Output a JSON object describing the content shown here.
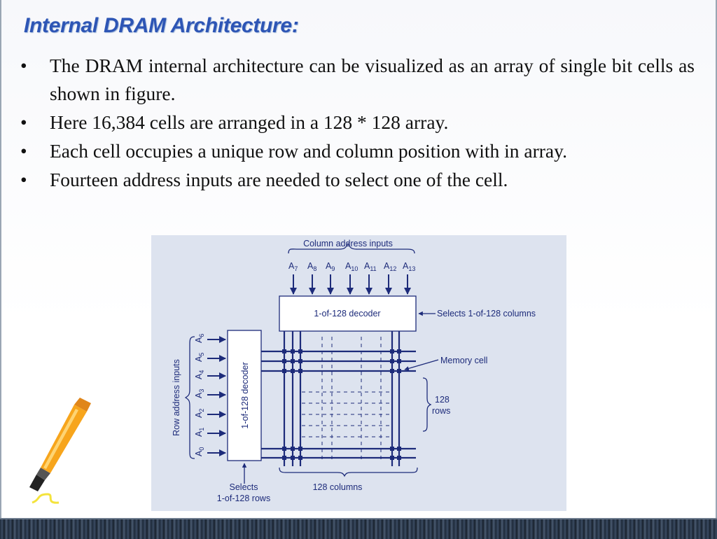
{
  "slide": {
    "title": "Internal DRAM Architecture:",
    "bullets": [
      "The DRAM internal architecture can be visualized as an array of single bit cells as shown in figure.",
      "Here 16,384 cells are arranged in a 128 * 128 array.",
      "Each cell occupies a unique row and column position with in array.",
      "Fourteen address inputs are needed to select one of the cell."
    ]
  },
  "diagram": {
    "column_address_label": "Column address inputs",
    "column_inputs": [
      {
        "base": "A",
        "sub": "7"
      },
      {
        "base": "A",
        "sub": "8"
      },
      {
        "base": "A",
        "sub": "9"
      },
      {
        "base": "A",
        "sub": "10"
      },
      {
        "base": "A",
        "sub": "11"
      },
      {
        "base": "A",
        "sub": "12"
      },
      {
        "base": "A",
        "sub": "13"
      }
    ],
    "column_decoder_label": "1-of-128 decoder",
    "column_select_label": "Selects 1-of-128 columns",
    "row_address_label": "Row address inputs",
    "row_inputs": [
      {
        "base": "A",
        "sub": "6"
      },
      {
        "base": "A",
        "sub": "5"
      },
      {
        "base": "A",
        "sub": "4"
      },
      {
        "base": "A",
        "sub": "3"
      },
      {
        "base": "A",
        "sub": "2"
      },
      {
        "base": "A",
        "sub": "1"
      },
      {
        "base": "A",
        "sub": "0"
      }
    ],
    "row_decoder_label": "1-of-128 decoder",
    "memory_cell_label": "Memory cell",
    "rows_count_label": "128",
    "rows_word_label": "rows",
    "columns_label": "128 columns",
    "row_select_line1": "Selects",
    "row_select_line2": "1-of-128 rows"
  },
  "colors": {
    "title": "#2d55b5",
    "diagram_ink": "#1d2b7a",
    "diagram_bg": "#dde3ef"
  },
  "icons": {
    "highlighter": "highlighter-pen-icon"
  }
}
